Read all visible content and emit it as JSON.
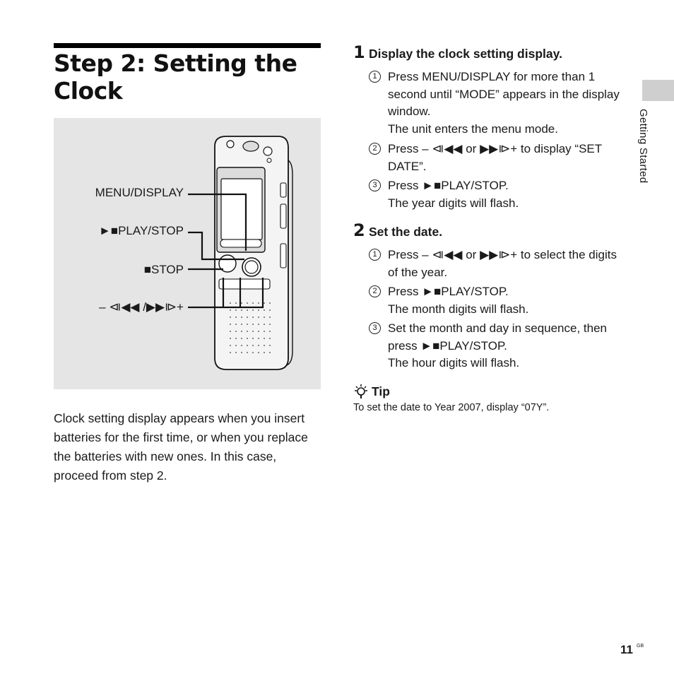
{
  "heading": {
    "title_line1": "Step 2: Setting the",
    "title_line2": "Clock"
  },
  "illustration": {
    "labels": {
      "menu_display": "MENU/DISPLAY",
      "play_stop": "►■PLAY/STOP",
      "stop": "■STOP",
      "skip": "– ⧏◀◀ /▶▶⧐+"
    }
  },
  "intro_text": "Clock setting display appears when you insert batteries for the first time, or when you replace the batteries with new ones. In this case, proceed from step 2.",
  "steps": [
    {
      "number": "1",
      "title": "Display the clock setting display.",
      "items": [
        {
          "marker": "1",
          "text": "Press MENU/DISPLAY for more than 1 second until “MODE” appears in the display window.",
          "note": "The unit enters the menu mode."
        },
        {
          "marker": "2",
          "text": "Press – ⧏◀◀  or ▶▶⧐+ to display “SET DATE”.",
          "note": ""
        },
        {
          "marker": "3",
          "text": "Press ►■PLAY/STOP.",
          "note": "The year digits will flash."
        }
      ]
    },
    {
      "number": "2",
      "title": "Set the date.",
      "items": [
        {
          "marker": "1",
          "text": "Press – ⧏◀◀  or ▶▶⧐+ to select the digits of the year.",
          "note": ""
        },
        {
          "marker": "2",
          "text": "Press ►■PLAY/STOP.",
          "note": "The month digits will flash."
        },
        {
          "marker": "3",
          "text": "Set the month and day in sequence, then press ►■PLAY/STOP.",
          "note": "The hour digits will flash."
        }
      ]
    }
  ],
  "tip": {
    "title": "Tip",
    "icon": "lightbulb-icon",
    "text": "To set the date to Year 2007, display “07Y”."
  },
  "side_tab": {
    "label": "Getting Started"
  },
  "footer": {
    "page_number": "11",
    "locale": "GB"
  }
}
